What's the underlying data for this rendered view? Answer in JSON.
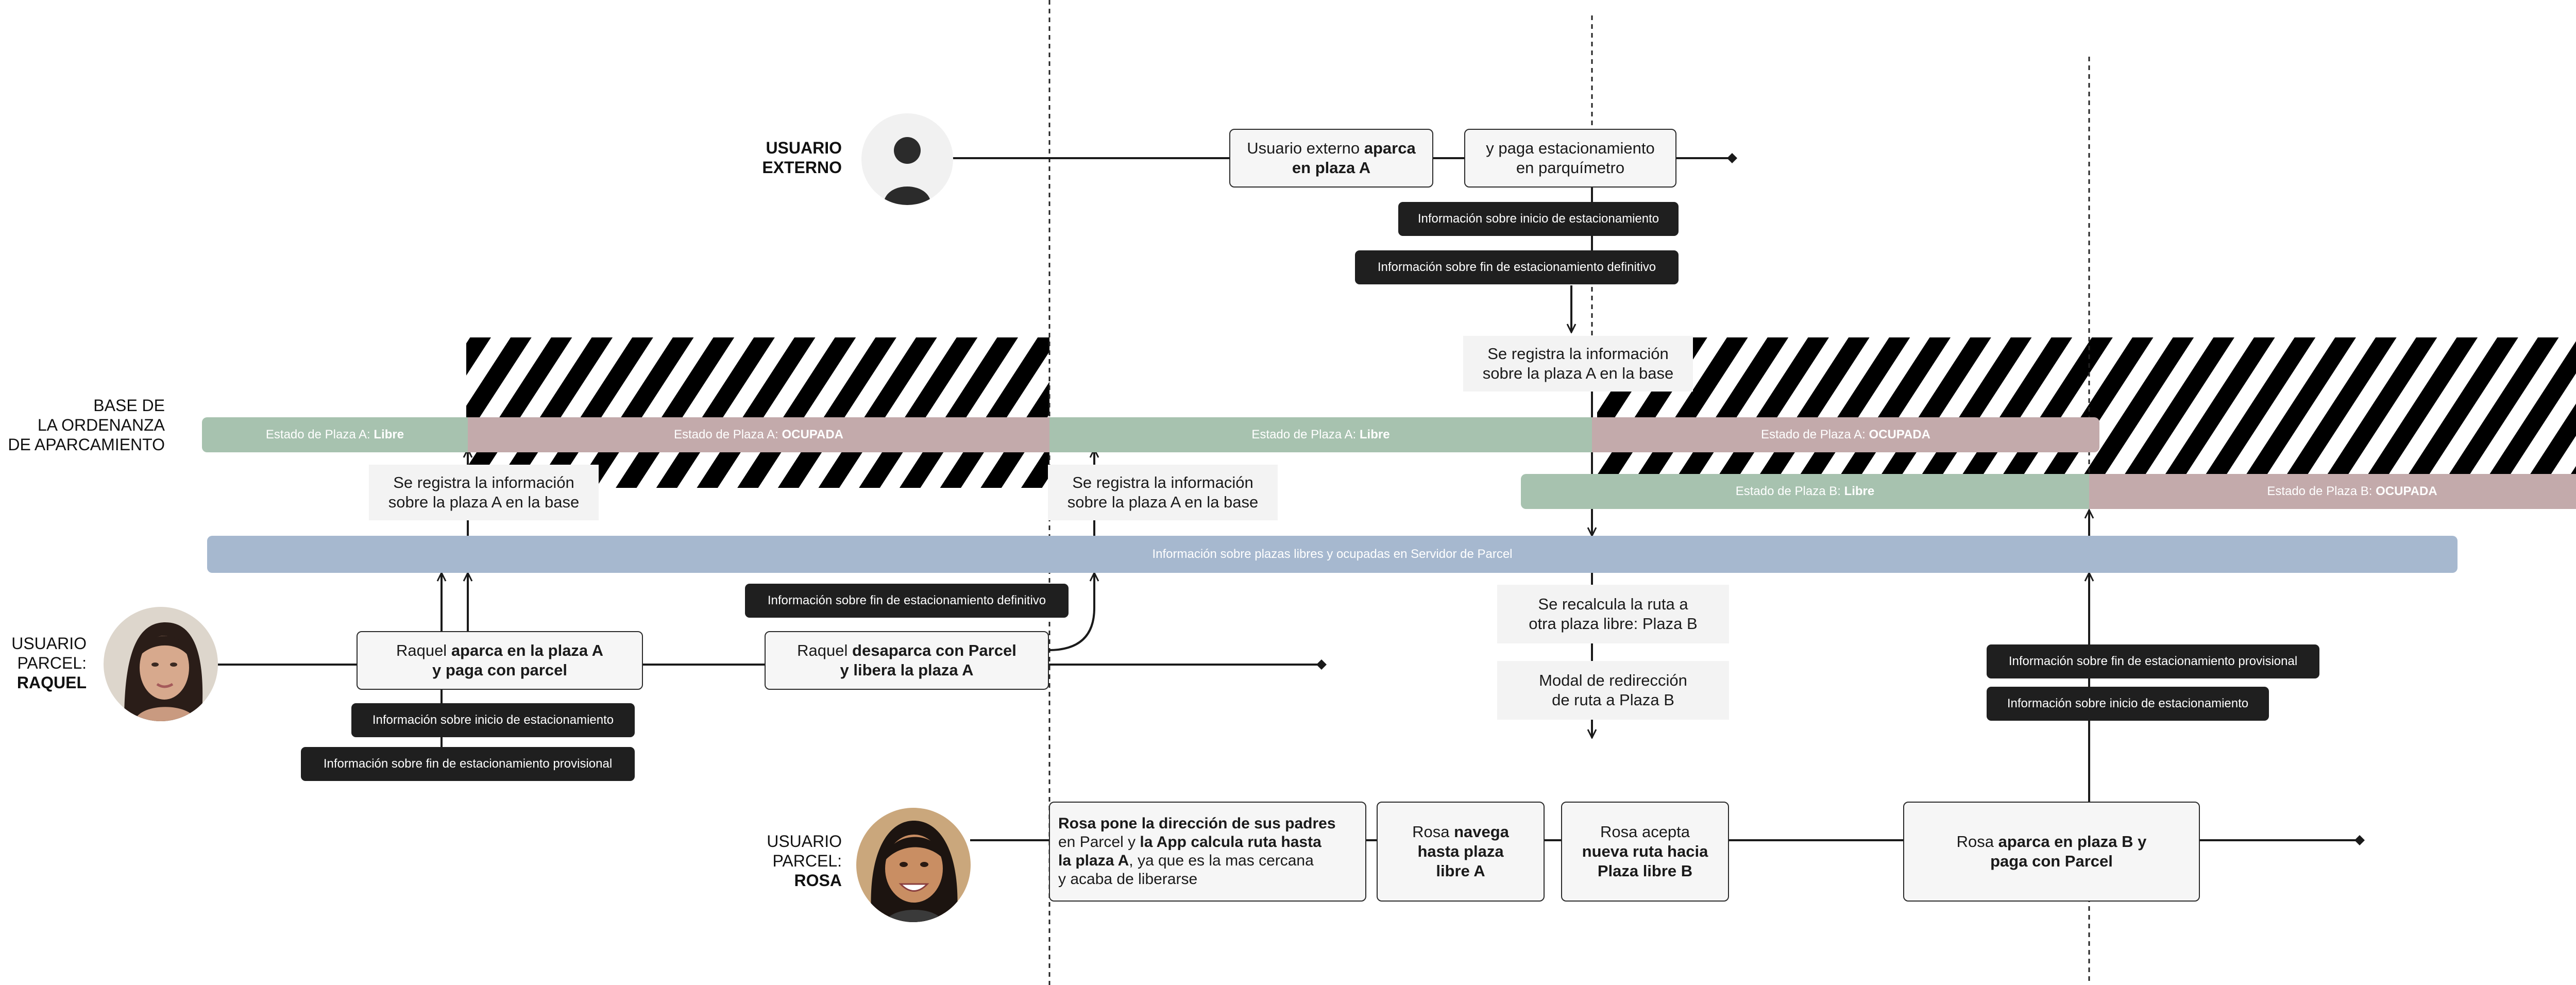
{
  "colors": {
    "free": "#a7c2af",
    "occupied": "#c3aaab",
    "server": "#a6b8cf",
    "tag_bg": "#1f1f1f",
    "line": "#1a1a1a"
  },
  "actors": {
    "external": {
      "line1": "USUARIO",
      "line2": "EXTERNO",
      "icon": "generic-user-icon"
    },
    "base": {
      "line1": "BASE DE",
      "line2": "LA ORDENANZA",
      "line3": "DE APARCAMIENTO"
    },
    "raquel": {
      "line1": "USUARIO",
      "line2": "PARCEL:",
      "name": "RAQUEL",
      "icon": "raquel-avatar"
    },
    "rosa": {
      "line1": "USUARIO",
      "line2": "PARCEL:",
      "name": "ROSA",
      "icon": "rosa-avatar"
    }
  },
  "external_steps": {
    "park": {
      "pre": "Usuario externo ",
      "bold": "aparca",
      "line2": "en plaza A"
    },
    "pay": {
      "line1": "y paga estacionamiento",
      "line2": "en parquímetro"
    }
  },
  "tags": {
    "ext_start": "Información sobre inicio de estacionamiento",
    "ext_end": "Información sobre fin de estacionamiento definitivo",
    "raq_start": "Información sobre inicio de estacionamiento",
    "raq_end_prov": "Información sobre fin de estacionamiento provisional",
    "raq_end_def": "Información sobre fin de estacionamiento definitivo",
    "rosa_end_prov": "Información sobre fin de estacionamiento provisional",
    "rosa_start": "Información sobre inicio de estacionamiento"
  },
  "notes": {
    "registro_line1": "Se registra la información",
    "registro_line2": "sobre la plaza A en la base",
    "recalcula_line1": "Se recalcula la ruta a",
    "recalcula_line2": "otra plaza libre: Plaza B",
    "modal_line1": "Modal de redirección",
    "modal_line2": "de ruta a Plaza B"
  },
  "bars": {
    "a_prefix": "Estado de Plaza A: ",
    "b_prefix": "Estado de Plaza B: ",
    "free": "Libre",
    "occupied": "OCUPADA",
    "server": "Información sobre plazas libres y ocupadas en Servidor de Parcel"
  },
  "raquel_steps": {
    "park": {
      "pre": "Raquel ",
      "bold1": "aparca en la plaza A",
      "bold2": "y paga con parcel"
    },
    "unpark": {
      "pre": "Raquel ",
      "bold1": "desaparca con Parcel",
      "bold2": "y libera la plaza A"
    }
  },
  "rosa_steps": {
    "address": {
      "b1": "Rosa pone la dirección de sus padres",
      "t2a": "en Parcel y ",
      "b2": "la App calcula ruta hasta",
      "b3": "la plaza A",
      "t3": ", ya que es la mas cercana",
      "t4": "y acaba de liberarse"
    },
    "navigate": {
      "pre": "Rosa ",
      "bold1": "navega",
      "bold2": "hasta plaza",
      "bold3": "libre A"
    },
    "accept": {
      "line1": "Rosa acepta",
      "bold2": "nueva ruta hacia",
      "bold3": "Plaza libre B"
    },
    "park_b": {
      "pre": "Rosa ",
      "bold1": "aparca en plaza B y",
      "bold2": "paga con Parcel"
    }
  }
}
